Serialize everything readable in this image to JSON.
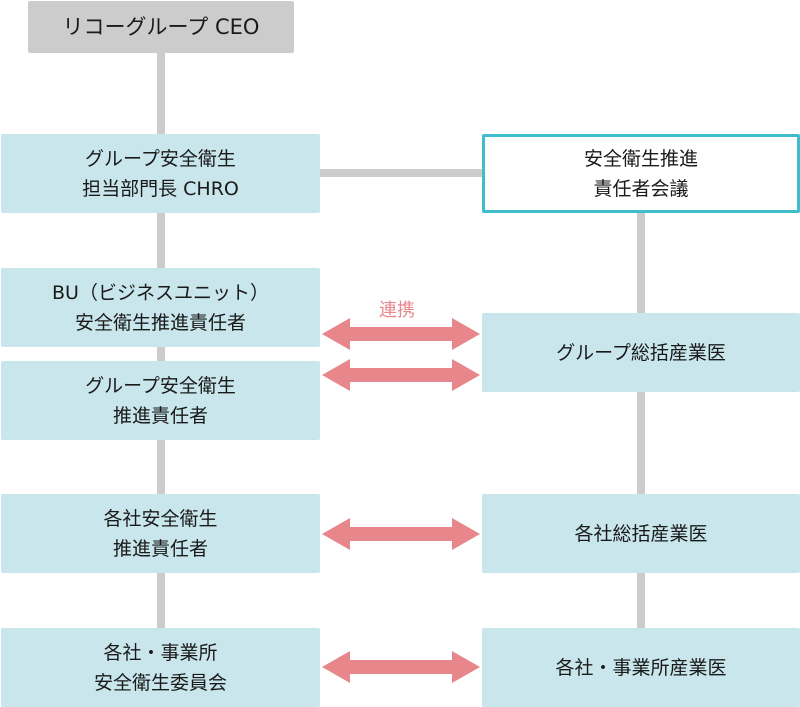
{
  "diagram": {
    "ceo": {
      "label": "リコーグループ CEO"
    },
    "left_column": [
      {
        "line1": "グループ安全衛生",
        "line2": "担当部門長 CHRO"
      },
      {
        "line1": "BU（ビジネスユニット）",
        "line2": "安全衛生推進責任者"
      },
      {
        "line1": "グループ安全衛生",
        "line2": "推進責任者"
      },
      {
        "line1": "各社安全衛生",
        "line2": "推進責任者"
      },
      {
        "line1": "各社・事業所",
        "line2": "安全衛生委員会"
      }
    ],
    "right_column": [
      {
        "line1": "安全衛生推進",
        "line2": "責任者会議"
      },
      {
        "line1": "グループ総括産業医"
      },
      {
        "line1": "各社総括産業医"
      },
      {
        "line1": "各社・事業所産業医"
      }
    ],
    "link_label": "連携",
    "colors": {
      "ceo_fill": "#cccccc",
      "box_fill": "#c8e6ec",
      "council_border": "#3fbdcc",
      "arrow": "#e8878b",
      "connector": "#cccccc"
    }
  }
}
